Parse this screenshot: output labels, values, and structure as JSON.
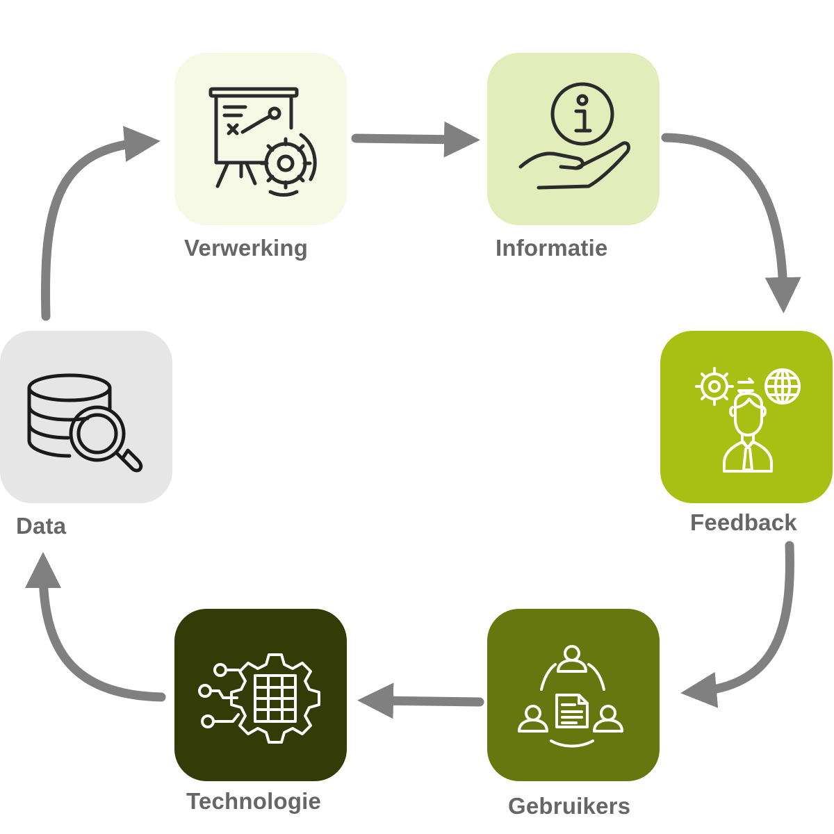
{
  "nodes": [
    {
      "id": "verwerking",
      "label": "Verwerking",
      "icon": "presentation-gear-icon",
      "color": "#f5f9e6"
    },
    {
      "id": "informatie",
      "label": "Informatie",
      "icon": "info-hand-icon",
      "color": "#e3ecbb"
    },
    {
      "id": "feedback",
      "label": "Feedback",
      "icon": "gear-globe-person-icon",
      "color": "#a7c013"
    },
    {
      "id": "gebruikers",
      "label": "Gebruikers",
      "icon": "users-document-icon",
      "color": "#65770e"
    },
    {
      "id": "technologie",
      "label": "Technologie",
      "icon": "circuit-gear-chip-icon",
      "color": "#333c07"
    },
    {
      "id": "data",
      "label": "Data",
      "icon": "database-search-icon",
      "color": "#e6e6e6"
    }
  ],
  "arrow_color": "#808080",
  "label_color": "#666666"
}
